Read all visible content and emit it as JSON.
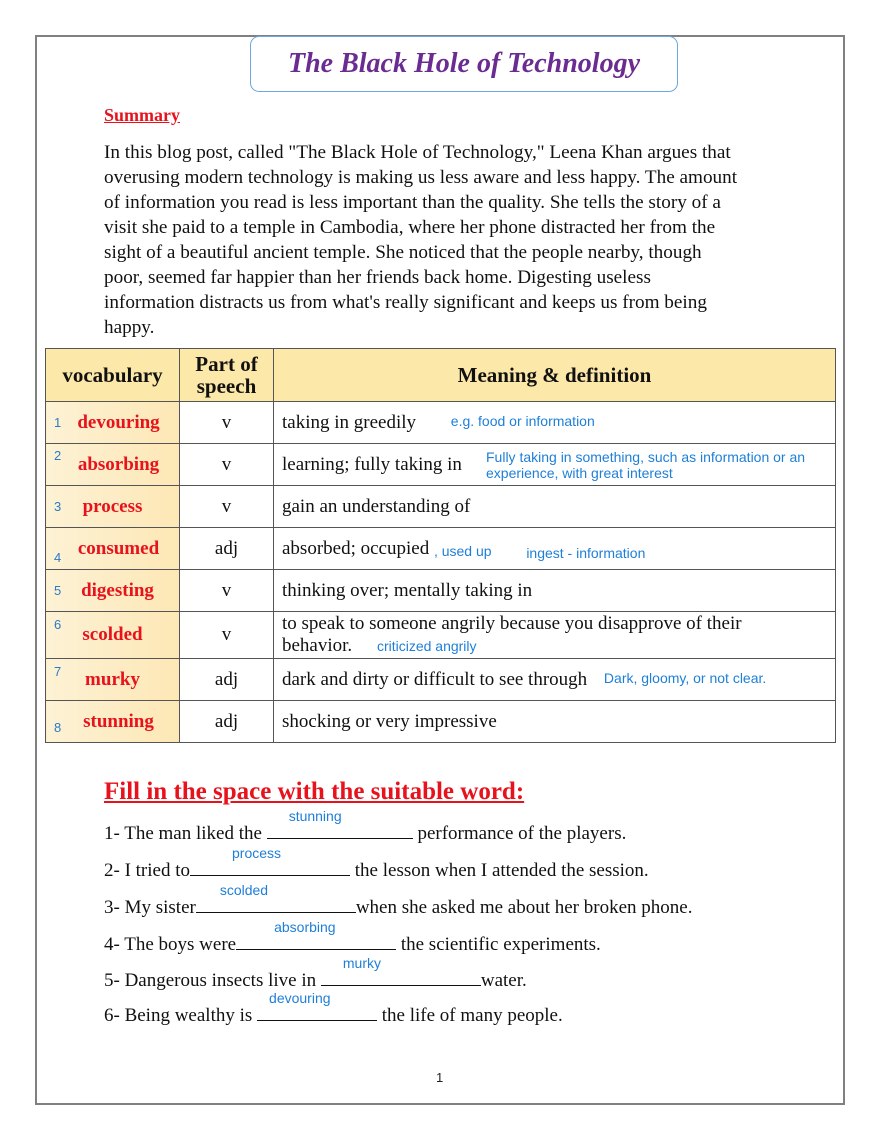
{
  "document": {
    "title": "The Black Hole of Technology",
    "summary_heading": "Summary",
    "summary_lines": [
      "In this blog post, called \"The Black Hole of Technology,\" Leena Khan argues that",
      "overusing modern technology is making us less aware and less happy. The amount",
      "of information you read is less important than the quality. She tells the story of a",
      "visit she paid to a temple in Cambodia, where her phone distracted her from the",
      "sight of a beautiful ancient temple. She noticed that the people nearby, though",
      "poor, seemed far happier than her friends back home. Digesting useless",
      "information distracts us from what's really significant and keeps us from being",
      "happy."
    ],
    "page_number": "1"
  },
  "vocab_table": {
    "headers": {
      "vocabulary": "vocabulary",
      "pos_line1": "Part of",
      "pos_line2": "speech",
      "meaning": "Meaning & definition"
    },
    "rows": [
      {
        "num": "1",
        "word": "devouring",
        "pos": "v",
        "definition": "taking in greedily",
        "note": "e.g. food or information",
        "note2": ""
      },
      {
        "num": "2",
        "word": "absorbing",
        "pos": "v",
        "definition": "learning; fully taking in",
        "note": "Fully taking in something, such as information or an",
        "note2": "experience, with great interest"
      },
      {
        "num": "3",
        "word": "process",
        "pos": "v",
        "definition": "gain an understanding of",
        "note": "",
        "note2": ""
      },
      {
        "num": "4",
        "word": "consumed",
        "pos": "adj",
        "definition": "absorbed; occupied",
        "note": ", used up",
        "note2": "ingest - information"
      },
      {
        "num": "5",
        "word": "digesting",
        "pos": "v",
        "definition": "thinking over; mentally taking in",
        "note": "",
        "note2": ""
      },
      {
        "num": "6",
        "word": "scolded",
        "pos": "v",
        "definition": "to speak to someone angrily because you disapprove of their",
        "definition2": "behavior.",
        "note": "criticized angrily",
        "note2": ""
      },
      {
        "num": "7",
        "word": "murky",
        "pos": "adj",
        "definition": "dark and dirty or difficult to see through",
        "note": "Dark, gloomy, or not clear.",
        "note2": ""
      },
      {
        "num": "8",
        "word": "stunning",
        "pos": "adj",
        "definition": "shocking or very impressive",
        "note": "",
        "note2": ""
      }
    ]
  },
  "exercise": {
    "heading": "Fill in the space with the suitable word:",
    "questions": [
      {
        "before": "1- The man liked the ",
        "answer": "stunning",
        "after": " performance of the players."
      },
      {
        "before": "2- I tried to",
        "answer": "process",
        "after": " the lesson when I attended the session."
      },
      {
        "before": "3- My sister",
        "answer": "scolded",
        "after": "when she asked me about her broken phone."
      },
      {
        "before": "4- The boys were",
        "answer": "absorbing",
        "after": " the scientific experiments."
      },
      {
        "before": "5- Dangerous insects live in ",
        "answer": "murky",
        "after": "water."
      },
      {
        "before": "6- Being wealthy is ",
        "answer": "devouring",
        "after": " the life of many people."
      }
    ]
  }
}
